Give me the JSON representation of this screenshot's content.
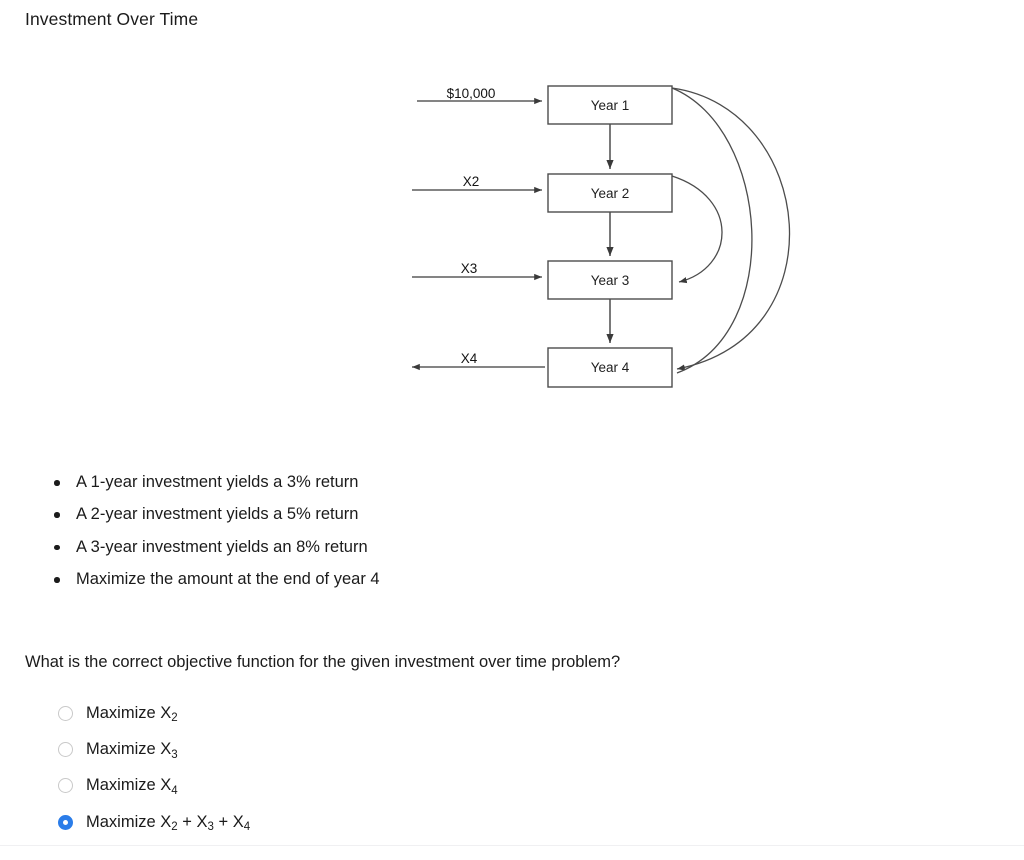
{
  "page": {
    "title": "Investment Over Time"
  },
  "diagram": {
    "nodes": [
      {
        "id": "year1",
        "label": "Year 1"
      },
      {
        "id": "year2",
        "label": "Year 2"
      },
      {
        "id": "year3",
        "label": "Year 3"
      },
      {
        "id": "year4",
        "label": "Year 4"
      }
    ],
    "inflows": [
      {
        "target": "year1",
        "label": "$10,000",
        "direction": "in"
      },
      {
        "target": "year2",
        "label": "X2",
        "direction": "in"
      },
      {
        "target": "year3",
        "label": "X3",
        "direction": "in"
      },
      {
        "target": "year4",
        "label": "X4",
        "direction": "out"
      }
    ],
    "edges": [
      {
        "from": "year1",
        "to": "year2",
        "style": "straight-down"
      },
      {
        "from": "year2",
        "to": "year3",
        "style": "straight-down"
      },
      {
        "from": "year3",
        "to": "year4",
        "style": "straight-down"
      },
      {
        "from": "year2",
        "to": "year3",
        "style": "curve-right-small"
      },
      {
        "from": "year1",
        "to": "year3",
        "style": "curve-right-medium"
      },
      {
        "from": "year2",
        "to": "year4",
        "style": "curve-right-medium"
      },
      {
        "from": "year1",
        "to": "year4",
        "style": "curve-right-large"
      }
    ]
  },
  "facts": [
    "A 1-year investment yields a 3% return",
    "A 2-year investment yields a 5% return",
    "A 3-year investment yields an 8% return",
    "Maximize the amount at the end of year 4"
  ],
  "question": {
    "text": "What is the correct objective function for the given investment over time problem?"
  },
  "options": [
    {
      "id": "opt-1",
      "prefix": "Maximize X",
      "sub1": "2",
      "rest": "",
      "sub2": "",
      "rest2": "",
      "sub3": "",
      "selected": false
    },
    {
      "id": "opt-2",
      "prefix": "Maximize X",
      "sub1": "3",
      "rest": "",
      "sub2": "",
      "rest2": "",
      "sub3": "",
      "selected": false
    },
    {
      "id": "opt-3",
      "prefix": "Maximize X",
      "sub1": "4",
      "rest": "",
      "sub2": "",
      "rest2": "",
      "sub3": "",
      "selected": false
    },
    {
      "id": "opt-4",
      "prefix": "Maximize X",
      "sub1": "2",
      "rest": " + X",
      "sub2": "3",
      "rest2": " + X",
      "sub3": "4",
      "selected": true
    }
  ],
  "colors": {
    "accent": "#2b7de9",
    "radio_border": "#c9c9c9",
    "text": "#1b1b1b",
    "diagram_stroke": "#4c4c4c"
  }
}
